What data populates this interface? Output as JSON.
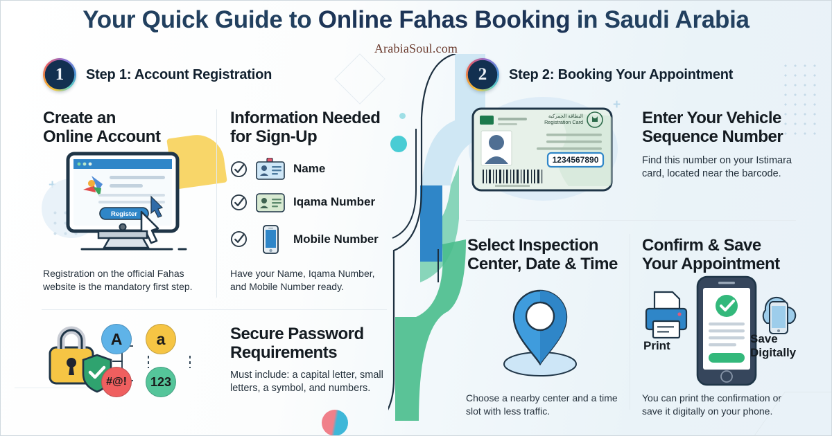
{
  "header": {
    "title_lead": "Your Quick Guide to ",
    "title_bold": "Online Fahas Booking",
    "title_tail": " in Saudi Arabia",
    "watermark": "ArabiaSoul.com"
  },
  "steps": [
    {
      "number": "1",
      "title": "Step 1: Account Registration"
    },
    {
      "number": "2",
      "title": "Step 2: Booking Your Appointment"
    }
  ],
  "sections": {
    "create_account": {
      "heading": "Create an\nOnline Account",
      "caption": "Registration on the official Fahas website is the mandatory first step.",
      "screen_button": "Register"
    },
    "info_needed": {
      "heading": "Information Needed\nfor Sign-Up",
      "items": [
        {
          "label": "Name",
          "icon": "id-badge-icon"
        },
        {
          "label": "Iqama Number",
          "icon": "id-card-icon"
        },
        {
          "label": "Mobile Number",
          "icon": "mobile-phone-icon"
        }
      ],
      "caption": "Have your Name, Iqama Number, and Mobile Number ready."
    },
    "secure_password": {
      "heading": "Secure Password\nRequirements",
      "caption": "Must include: a capital letter, small letters, a symbol, and numbers.",
      "tokens": [
        {
          "text": "A",
          "color": "#5fb3e8"
        },
        {
          "text": "a",
          "color": "#f6c544"
        },
        {
          "text": "#@!",
          "color": "#ef5f5f"
        },
        {
          "text": "123",
          "color": "#55c59a"
        }
      ]
    },
    "sequence_number": {
      "heading": "Enter Your Vehicle\nSequence Number",
      "caption": "Find this number on your Istimara card, located near the barcode.",
      "card": {
        "title_ar": "البطاقة الجمركية",
        "title_en": "Registration Card",
        "sequence_value": "1234567890"
      }
    },
    "select_center": {
      "heading": "Select Inspection\nCenter, Date & Time",
      "caption": "Choose a nearby center and a time slot with less traffic."
    },
    "confirm_save": {
      "heading": "Confirm & Save\nYour Appointment",
      "caption": "You can print the confirmation or save it digitally on your phone.",
      "print_label": "Print",
      "save_label": "Save\nDigitally"
    }
  },
  "colors": {
    "title_navy": "#22405f",
    "title_navy_bold": "#1d3557",
    "heading_dark": "#141b21",
    "accent_blue": "#2f86c8",
    "accent_green": "#38b276",
    "accent_yellow": "#f6c544",
    "watermark": "#6b3b2e"
  }
}
